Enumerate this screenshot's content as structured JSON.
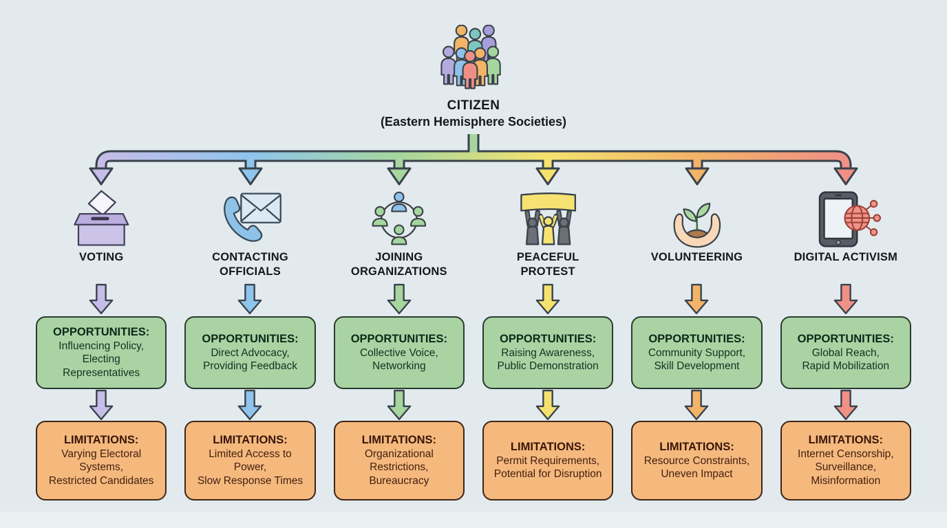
{
  "background": "#e2eaee",
  "root": {
    "title": "CITIZEN",
    "subtitle": "(Eastern Hemisphere Societies)",
    "icon": "citizen-group-icon"
  },
  "connector": {
    "outline_color": "#39424c",
    "trunk_color": "#a6d69e"
  },
  "box_styles": {
    "opportunities_fill": "#a9d3a3",
    "opportunities_border": "#2b3a2e",
    "limitations_fill": "#f5b97e",
    "limitations_border": "#3b2517"
  },
  "columns": [
    {
      "id": "voting",
      "label": "VOTING",
      "icon": "ballot-box-icon",
      "color": "#c6bde8",
      "opportunities": {
        "title": "OPPORTUNITIES:",
        "items": [
          "Influencing Policy,",
          "Electing Representatives"
        ]
      },
      "limitations": {
        "title": "LIMITATIONS:",
        "items": [
          "Varying Electoral Systems,",
          "Restricted Candidates"
        ]
      }
    },
    {
      "id": "contacting-officials",
      "label": "CONTACTING OFFICIALS",
      "icon": "phone-envelope-icon",
      "color": "#8fc4ec",
      "opportunities": {
        "title": "OPPORTUNITIES:",
        "items": [
          "Direct Advocacy,",
          "Providing Feedback"
        ]
      },
      "limitations": {
        "title": "LIMITATIONS:",
        "items": [
          "Limited Access to Power,",
          "Slow Response Times"
        ]
      }
    },
    {
      "id": "joining-organizations",
      "label": "JOINING ORGANIZATIONS",
      "icon": "people-circle-icon",
      "color": "#a6d69e",
      "opportunities": {
        "title": "OPPORTUNITIES:",
        "items": [
          "Collective Voice,",
          "Networking"
        ]
      },
      "limitations": {
        "title": "LIMITATIONS:",
        "items": [
          "Organizational Restrictions,",
          "Bureaucracy"
        ]
      }
    },
    {
      "id": "peaceful-protest",
      "label": "PEACEFUL PROTEST",
      "icon": "protest-banner-icon",
      "color": "#f5e26e",
      "opportunities": {
        "title": "OPPORTUNITIES:",
        "items": [
          "Raising Awareness,",
          "Public Demonstration"
        ]
      },
      "limitations": {
        "title": "LIMITATIONS:",
        "items": [
          "Permit Requirements,",
          "Potential for Disruption"
        ]
      }
    },
    {
      "id": "volunteering",
      "label": "VOLUNTEERING",
      "icon": "hands-seedling-icon",
      "color": "#f3b368",
      "opportunities": {
        "title": "OPPORTUNITIES:",
        "items": [
          "Community Support,",
          "Skill Development"
        ]
      },
      "limitations": {
        "title": "LIMITATIONS:",
        "items": [
          "Resource Constraints,",
          "Uneven Impact"
        ]
      }
    },
    {
      "id": "digital-activism",
      "label": "DIGITAL ACTIVISM",
      "icon": "tablet-globe-icon",
      "color": "#f09086",
      "opportunities": {
        "title": "OPPORTUNITIES:",
        "items": [
          "Global Reach,",
          "Rapid Mobilization"
        ]
      },
      "limitations": {
        "title": "LIMITATIONS:",
        "items": [
          "Internet Censorship,",
          "Surveillance,",
          "Misinformation"
        ]
      }
    }
  ]
}
